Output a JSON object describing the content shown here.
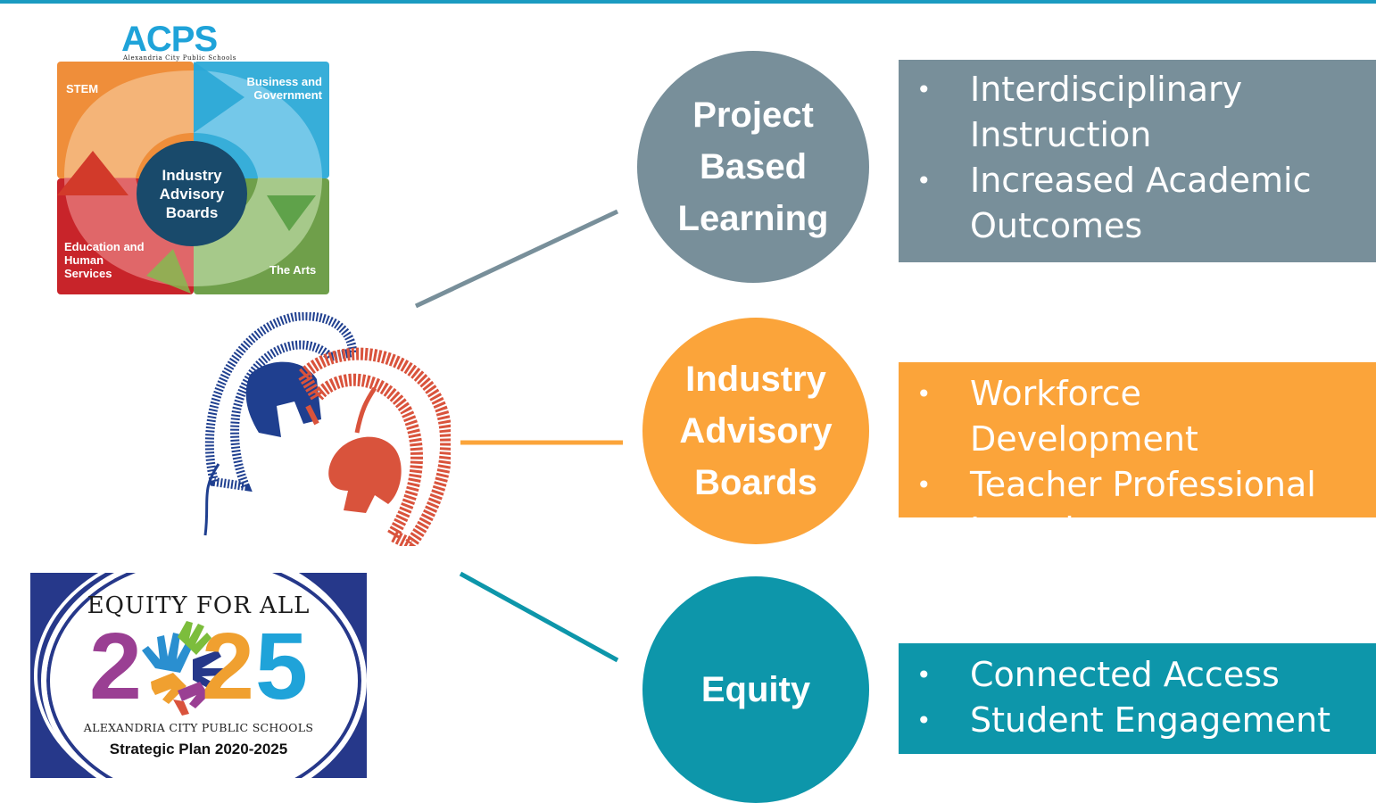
{
  "acps_logo": {
    "title": "ACPS",
    "subtitle": "Alexandria City Public Schools",
    "quadrants": {
      "stem": "STEM",
      "business": "Business and Government",
      "education": "Education and Human Services",
      "arts": "The Arts"
    },
    "center": "Industry Advisory Boards"
  },
  "equity_logo": {
    "title": "EQUITY FOR ALL",
    "year_digits": [
      "2",
      "2",
      "5"
    ],
    "school": "ALEXANDRIA CITY PUBLIC SCHOOLS",
    "plan": "Strategic Plan 2020-2025"
  },
  "pillars": [
    {
      "name": "Project Based Learning",
      "color": "#788f9a",
      "bullets": [
        "Interdisciplinary Instruction",
        "Increased Academic Outcomes"
      ]
    },
    {
      "name": "Industry Advisory Boards",
      "color": "#fba43a",
      "bullets": [
        "Workforce Development",
        "Teacher Professional Learning"
      ]
    },
    {
      "name": "Equity",
      "color": "#0d96aa",
      "bullets": [
        "Connected Access",
        "Student Engagement"
      ]
    }
  ],
  "colors": {
    "top_bar": "#1a9bc1",
    "helmet_blue": "#1f3f8f",
    "helmet_red": "#d9533c"
  }
}
